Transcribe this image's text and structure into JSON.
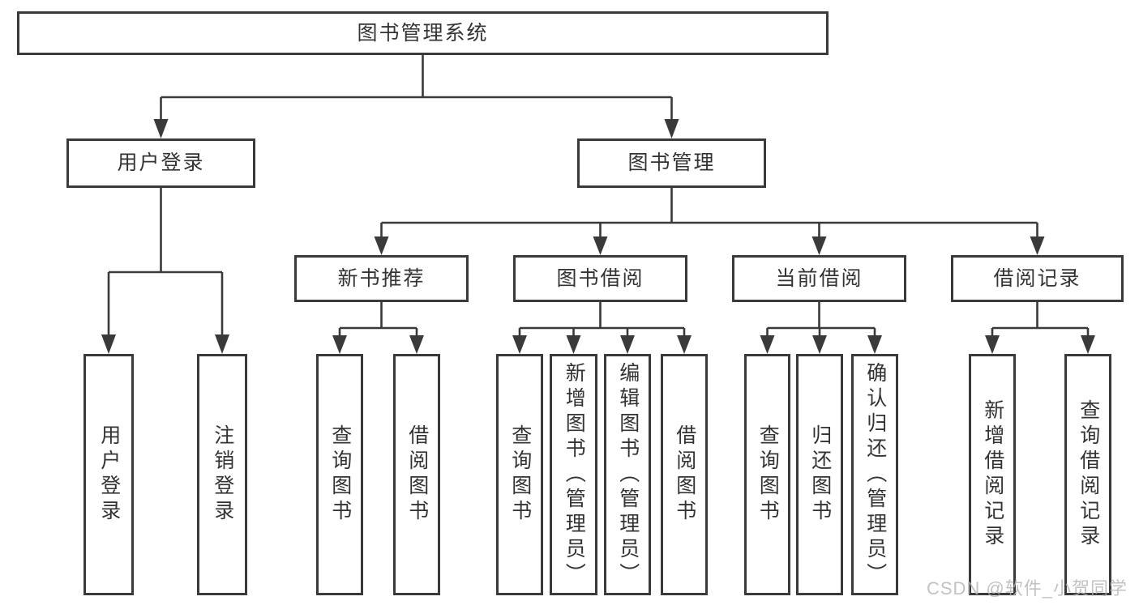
{
  "diagram": {
    "root": {
      "label": "图书管理系统"
    },
    "branches": [
      {
        "label": "用户登录",
        "children": [
          {
            "label": "用户登录"
          },
          {
            "label": "注销登录"
          }
        ]
      },
      {
        "label": "图书管理",
        "children": [
          {
            "label": "新书推荐",
            "children": [
              {
                "label": "查询图书"
              },
              {
                "label": "借阅图书"
              }
            ]
          },
          {
            "label": "图书借阅",
            "children": [
              {
                "label": "查询图书"
              },
              {
                "label": "新增图书（管理员）"
              },
              {
                "label": "编辑图书（管理员）"
              },
              {
                "label": "借阅图书"
              }
            ]
          },
          {
            "label": "当前借阅",
            "children": [
              {
                "label": "查询图书"
              },
              {
                "label": "归还图书"
              },
              {
                "label": "确认归还（管理员）"
              }
            ]
          },
          {
            "label": "借阅记录",
            "children": [
              {
                "label": "新增借阅记录"
              },
              {
                "label": "查询借阅记录"
              }
            ]
          }
        ]
      }
    ],
    "watermark": "CSDN @软件_小贺同学"
  },
  "colors": {
    "line": "#3a3a3a",
    "box_border": "#3a3a3a",
    "text": "#333333",
    "watermark": "#b3b3b3",
    "background": "#ffffff"
  }
}
